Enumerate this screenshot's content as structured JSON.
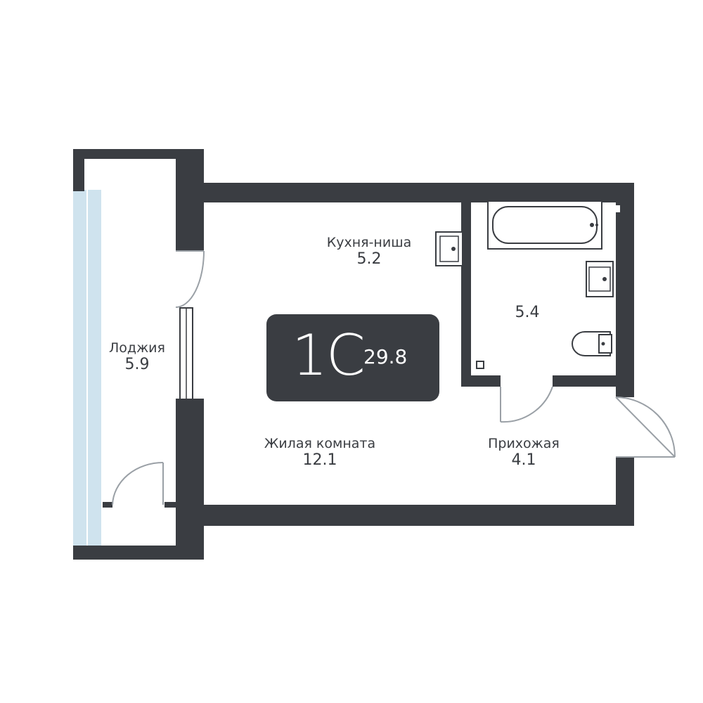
{
  "colors": {
    "wall": "#3a3d42",
    "glass": "#cfe3ee",
    "door_arc": "#9aa0a6",
    "fixture": "#3a3d42",
    "badge_bg": "#3a3d42",
    "badge_text": "#ffffff",
    "text": "#3a3d42"
  },
  "apartment": {
    "type": "1С",
    "total_area": "29.8"
  },
  "rooms": {
    "loggia": {
      "name": "Лоджия",
      "area": "5.9"
    },
    "kitchen": {
      "name": "Кухня-ниша",
      "area": "5.2"
    },
    "bathroom": {
      "name": "",
      "area": "5.4"
    },
    "living": {
      "name": "Жилая комната",
      "area": "12.1"
    },
    "hallway": {
      "name": "Прихожая",
      "area": "4.1"
    }
  },
  "icons": {
    "bathtub": "bathtub-icon",
    "sink": "sink-icon",
    "toilet": "toilet-icon",
    "kitchen_sink": "kitchen-sink-icon"
  }
}
